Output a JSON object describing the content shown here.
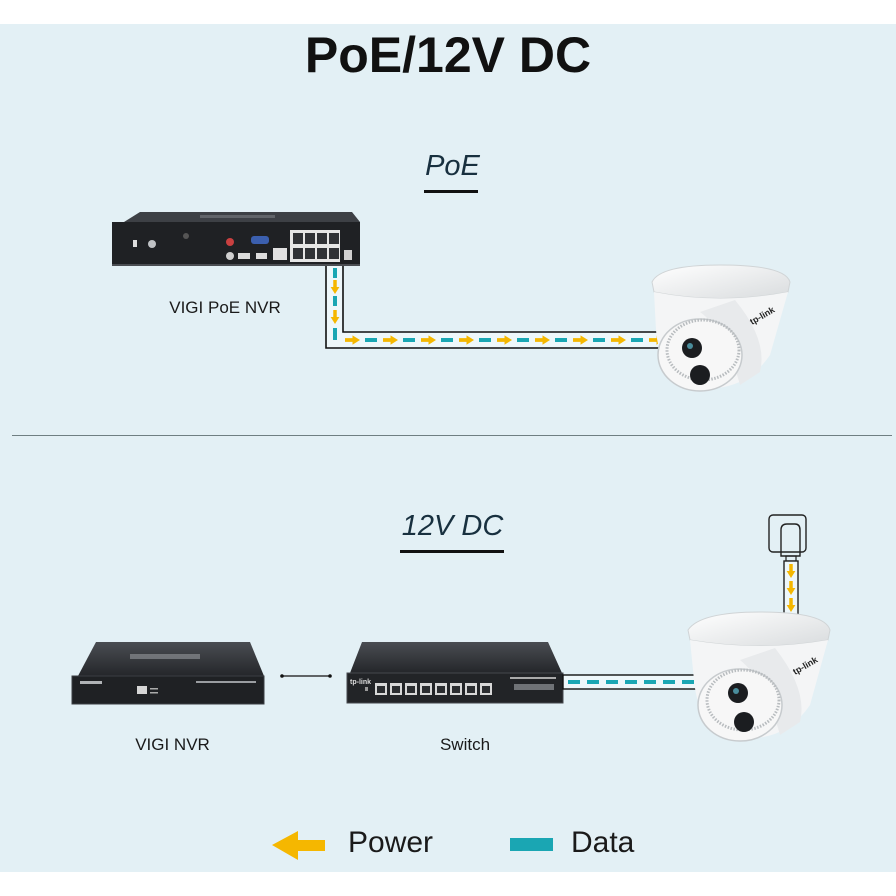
{
  "title": "PoE/12V DC",
  "colors": {
    "background": "#e3f0f5",
    "power": "#f5b700",
    "data": "#1aa6b3",
    "device": "#2a2c2f",
    "camera": "#f3f3f3"
  },
  "poe_section": {
    "heading": "PoE",
    "nvr_label": "VIGI PoE NVR",
    "connection": [
      "power",
      "data"
    ]
  },
  "dc_section": {
    "heading": "12V DC",
    "nvr_label": "VIGI NVR",
    "switch_label": "Switch",
    "connection_switch_to_camera": [
      "data"
    ],
    "connection_adapter_to_camera": [
      "power"
    ]
  },
  "legend": {
    "items": [
      {
        "icon": "arrow-left-icon",
        "label": "Power"
      },
      {
        "icon": "data-bar-icon",
        "label": "Data"
      }
    ]
  }
}
